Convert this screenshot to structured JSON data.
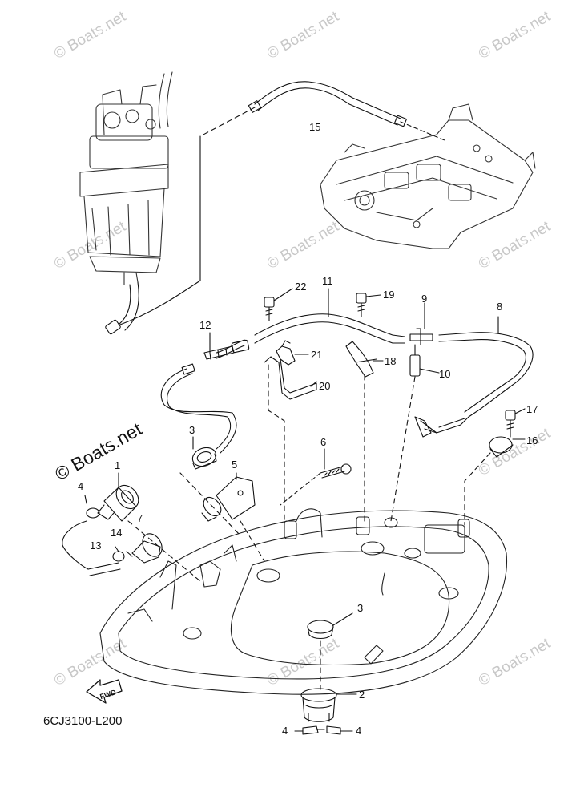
{
  "watermark": "© Boats.net",
  "diagram_code": "6CJ3100-L200",
  "fwd_label": "FWD",
  "callouts": [
    "1",
    "2",
    "3",
    "3",
    "4",
    "4",
    "4",
    "5",
    "6",
    "7",
    "8",
    "9",
    "10",
    "11",
    "12",
    "13",
    "14",
    "15",
    "16",
    "17",
    "18",
    "19",
    "20",
    "21",
    "22"
  ],
  "colors": {
    "line": "#111111",
    "faint": "#555555",
    "watermark": "#c8c8c8"
  }
}
